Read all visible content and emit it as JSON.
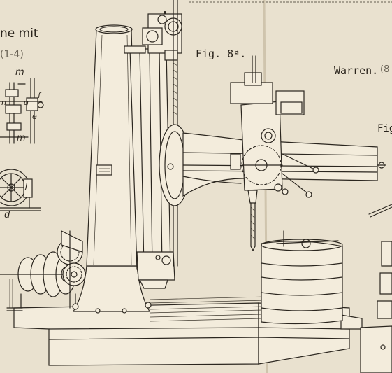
{
  "labels": {
    "header_fragment": "ne mit",
    "subfig_range": "(1-4)",
    "letter_m_top": "m",
    "letter_n": "n",
    "letter_g": "g",
    "letter_f": "f",
    "letter_e": "e",
    "letter_m_bottom": "m",
    "letter_j": "J",
    "letter_d": "d",
    "fig_main": "Fig. 8ª.",
    "maker": "Warren.",
    "maker_ref": "(8",
    "fig_right_fragment": "Fig"
  },
  "colors": {
    "paper": "#e9e1cf",
    "ink": "#2b261f",
    "fold_line": "#cfc4ad"
  }
}
